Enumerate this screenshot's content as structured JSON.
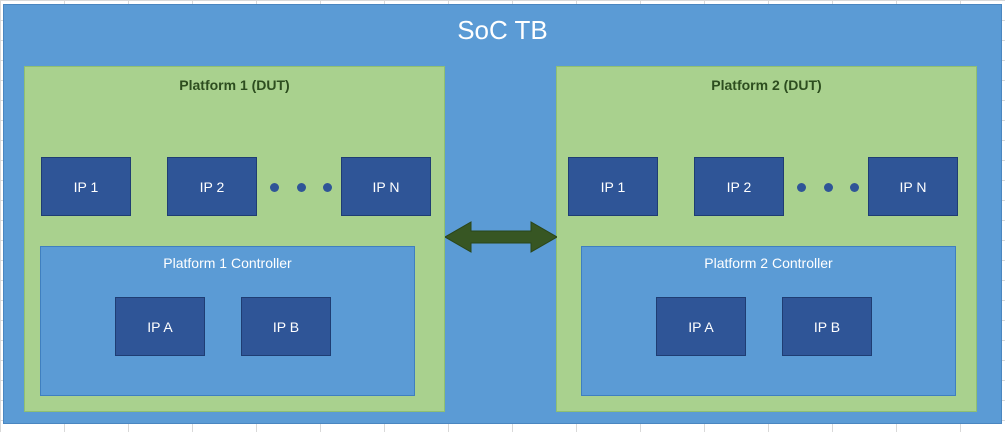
{
  "diagram": {
    "title": "SoC TB",
    "platforms": [
      {
        "title": "Platform 1 (DUT)",
        "ips": [
          "IP 1",
          "IP 2",
          "IP N"
        ],
        "controller": {
          "title": "Platform 1 Controller",
          "ips": [
            "IP A",
            "IP B"
          ]
        }
      },
      {
        "title": "Platform 2 (DUT)",
        "ips": [
          "IP 1",
          "IP 2",
          "IP N"
        ],
        "controller": {
          "title": "Platform 2 Controller",
          "ips": [
            "IP A",
            "IP B"
          ]
        }
      }
    ],
    "connector": {
      "type": "bidirectional-arrow",
      "color": "#375623"
    }
  },
  "colors": {
    "soc_bg": "#5b9bd5",
    "platform_bg": "#a9d18e",
    "ip_block": "#2f5597",
    "controller_bg": "#5b9bd5"
  }
}
